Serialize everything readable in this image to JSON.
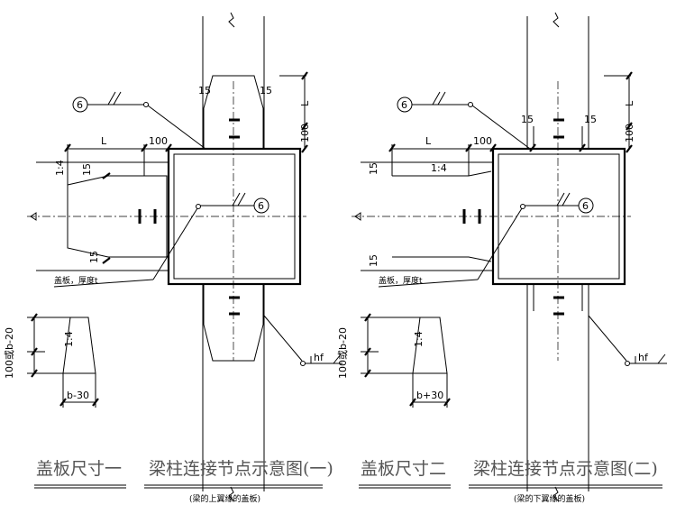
{
  "dims": {
    "L": "L",
    "hundred": "100",
    "fifteen": "15",
    "slope": "1:4",
    "hf": "hf",
    "weld_no": "6",
    "cover_width_a": "b-30",
    "cover_width_b": "b+30",
    "cover_len": "100或b-20"
  },
  "labels": {
    "cover_plate_thickness": "盖板，厚度t"
  },
  "titles": {
    "cover_size_1": "盖板尺寸一",
    "node_1": "梁柱连接节点示意图(一)",
    "node_1_note": "(梁的上翼缘的盖板)",
    "cover_size_2": "盖板尺寸二",
    "node_2": "梁柱连接节点示意图(二)",
    "node_2_note": "(梁的下翼缘的盖板)"
  }
}
